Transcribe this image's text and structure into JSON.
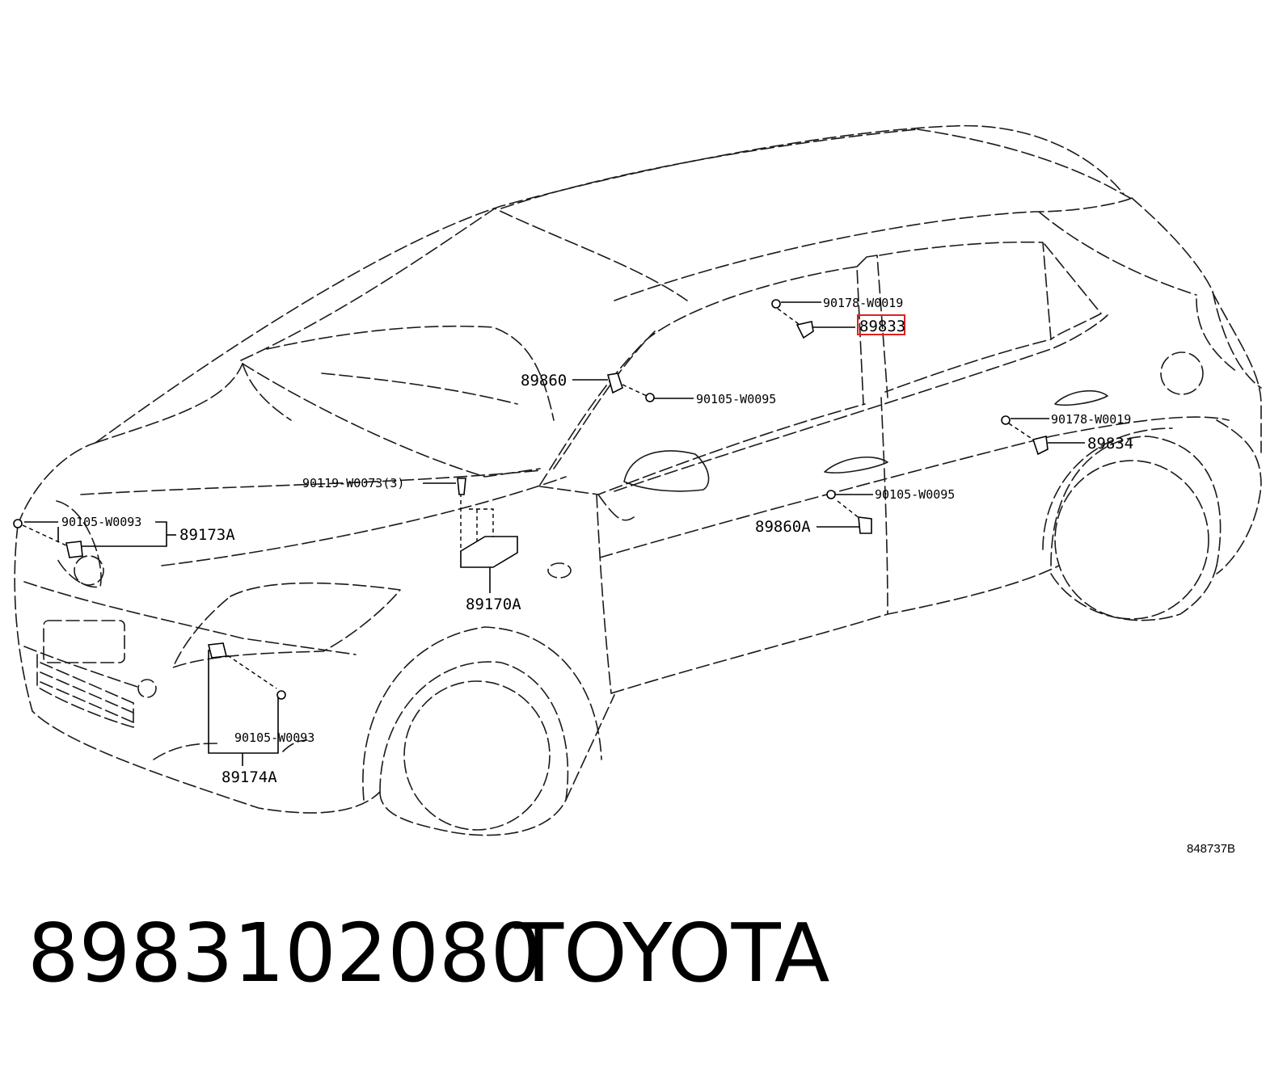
{
  "diagram": {
    "ref_code": "848737B",
    "callouts": {
      "c_90178_top": "90178-W0019",
      "c_89833": "89833",
      "c_89860": "89860",
      "c_90105_w0095_upper": "90105-W0095",
      "c_90178_right": "90178-W0019",
      "c_89834": "89834",
      "c_90105_w0095_lower": "90105-W0095",
      "c_89860a": "89860A",
      "c_90119": "90119-W0073(3)",
      "c_90105_w0093_left": "90105-W0093",
      "c_89173a": "89173A",
      "c_89170a": "89170A",
      "c_90105_w0093_bottom": "90105-W0093",
      "c_89174a": "89174A"
    },
    "highlighted_callout": "89833",
    "highlight_color": "#e02020"
  },
  "footer": {
    "part_number": "8983102080",
    "brand": "TOYOTA"
  }
}
